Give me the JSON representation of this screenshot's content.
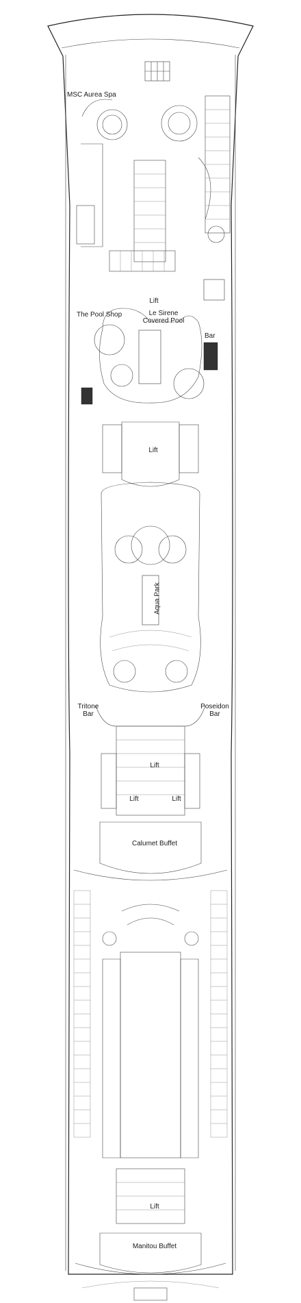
{
  "deck_plan": {
    "labels": {
      "spa": "MSC Aurea Spa",
      "lift_1": "Lift",
      "pool_shop": "The Pool Shop",
      "covered_pool": "Le Sirene\nCovered Pool",
      "bar_1": "Bar",
      "lift_2": "Lift",
      "aqua_park": "Aqua Park",
      "tritone_bar": "Tritone\nBar",
      "poseidon_bar": "Poseidon\nBar",
      "lift_3": "Lift",
      "lift_4": "Lift",
      "lift_5": "Lift",
      "calumet_buffet": "Calumet Buffet",
      "lift_6": "Lift",
      "manitou_buffet": "Manitou Buffet"
    }
  }
}
